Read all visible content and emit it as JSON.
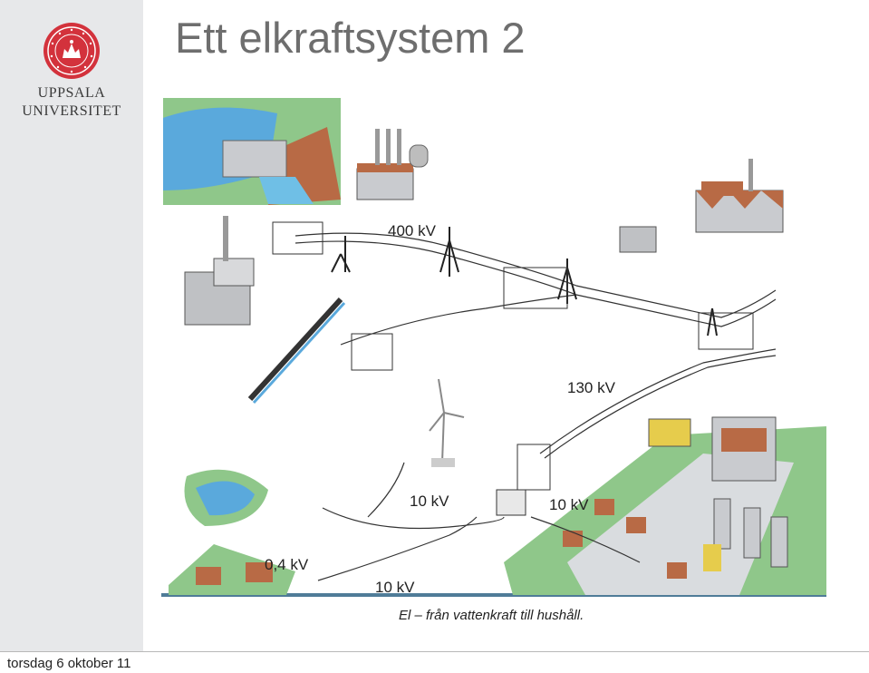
{
  "slide": {
    "title": "Ett elkraftsystem 2",
    "caption": "El – från vattenkraft till hushåll.",
    "footer_date": "torsdag 6 oktober 11"
  },
  "logo": {
    "line1": "UPPSALA",
    "line2": "UNIVERSITET",
    "seal_color": "#d3323c"
  },
  "illustration": {
    "voltage_labels": [
      "400 kV",
      "130 kV",
      "10 kV",
      "10 kV",
      "0,4 kV",
      "10 kV"
    ]
  },
  "colors": {
    "water": "#5aa9dc",
    "grass": "#8fc78a",
    "roof": "#b86a45",
    "building_grey": "#c9cbcf"
  }
}
